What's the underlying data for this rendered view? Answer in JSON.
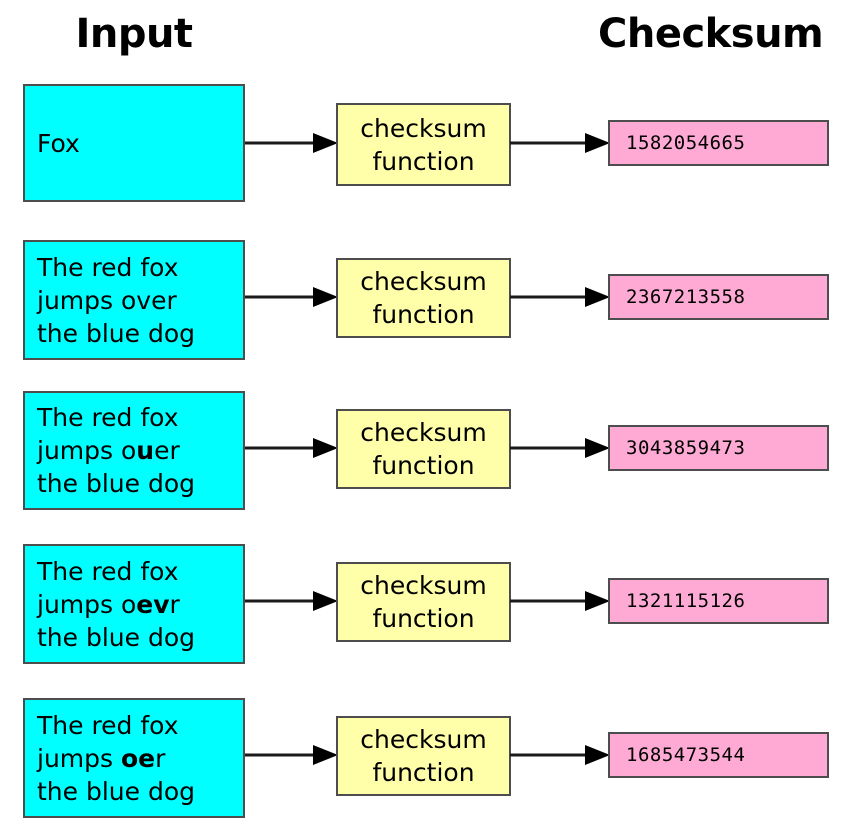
{
  "diagram": {
    "title_row": {
      "input_header": "Input",
      "checksum_header": "Checksum"
    },
    "function_box_label": {
      "line1": "checksum",
      "line2": "function"
    },
    "colors": {
      "input_box": "#00ffff",
      "function_box": "#ffffaa",
      "checksum_box": "#ffaad4",
      "border": "#4d4d4d",
      "arrow": "#1a1a1a",
      "text": "#000000",
      "background": "#ffffff"
    },
    "rows": [
      {
        "input_lines": [
          {
            "pre": "Fox",
            "bold": "",
            "post": ""
          }
        ],
        "fn_line1": "checksum",
        "fn_line2": "function",
        "checksum": "1582054665"
      },
      {
        "input_lines": [
          {
            "pre": "The red fox",
            "bold": "",
            "post": ""
          },
          {
            "pre": "jumps over",
            "bold": "",
            "post": ""
          },
          {
            "pre": "the blue dog",
            "bold": "",
            "post": ""
          }
        ],
        "fn_line1": "checksum",
        "fn_line2": "function",
        "checksum": "2367213558"
      },
      {
        "input_lines": [
          {
            "pre": "The red fox",
            "bold": "",
            "post": ""
          },
          {
            "pre": "jumps o",
            "bold": "u",
            "post": "er"
          },
          {
            "pre": "the blue dog",
            "bold": "",
            "post": ""
          }
        ],
        "fn_line1": "checksum",
        "fn_line2": "function",
        "checksum": "3043859473"
      },
      {
        "input_lines": [
          {
            "pre": "The red fox",
            "bold": "",
            "post": ""
          },
          {
            "pre": "jumps o",
            "bold": "ev",
            "post": "r"
          },
          {
            "pre": "the blue dog",
            "bold": "",
            "post": ""
          }
        ],
        "fn_line1": "checksum",
        "fn_line2": "function",
        "checksum": "1321115126"
      },
      {
        "input_lines": [
          {
            "pre": "The red fox",
            "bold": "",
            "post": ""
          },
          {
            "pre": "jumps ",
            "bold": "oe",
            "post": "r"
          },
          {
            "pre": "the blue dog",
            "bold": "",
            "post": ""
          }
        ],
        "fn_line1": "checksum",
        "fn_line2": "function",
        "checksum": "1685473544"
      }
    ]
  }
}
